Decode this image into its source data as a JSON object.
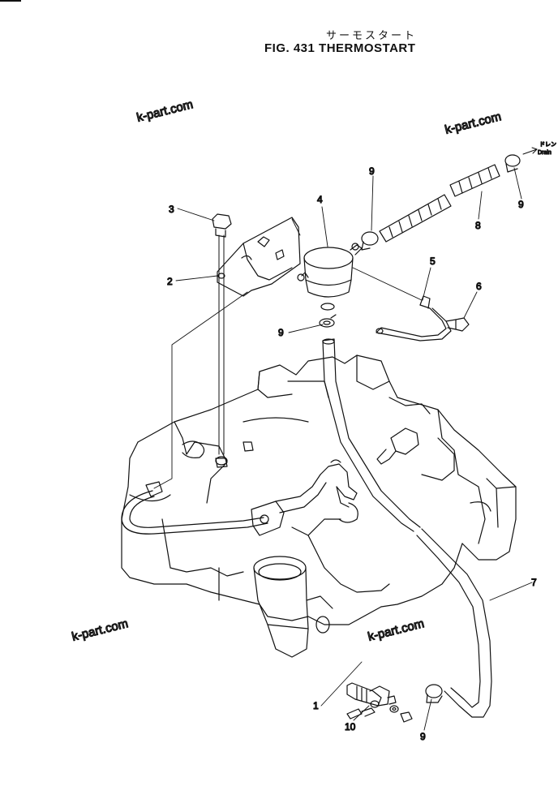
{
  "header": {
    "jp_title": "サーモスタート",
    "fig_title": "FIG. 431  THERMOSTART"
  },
  "callouts": {
    "c1": "1",
    "c2": "2",
    "c3": "3",
    "c4": "4",
    "c5": "5",
    "c6": "6",
    "c7": "7",
    "c8": "8",
    "c9a": "9",
    "c9b": "9",
    "c9c": "9",
    "c9d": "9",
    "c10": "10"
  },
  "drain_label": {
    "jp": "ドレン",
    "en": "Drain"
  },
  "watermarks": [
    "k-part.com",
    "k-part.com",
    "k-part.com",
    "k-part.com"
  ]
}
